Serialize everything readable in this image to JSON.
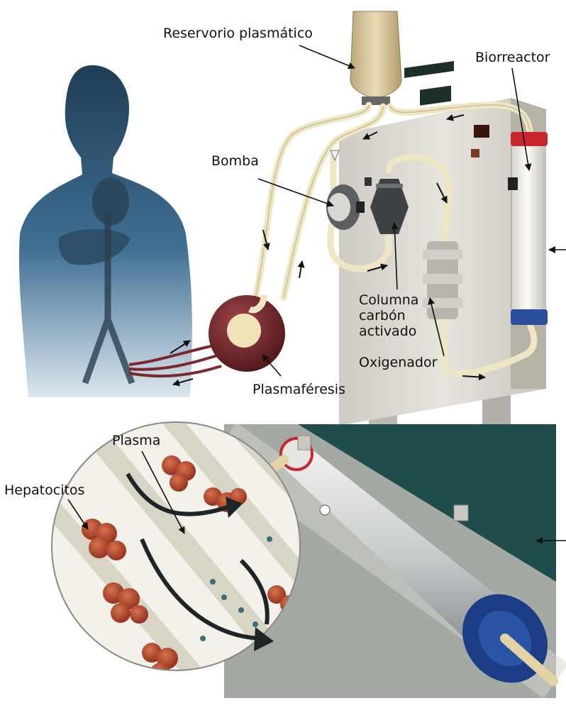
{
  "labels": {
    "reservoir": "Reservorio plasmático",
    "bioreactor": "Biorreactor",
    "pump": "Bomba",
    "column": [
      "Columna",
      "carbón",
      "activado"
    ],
    "oxygenator": "Oxigenador",
    "plasmapheresis": "Plasmaféresis",
    "plasma": "Plasma",
    "hepatocytes": "Hepatocitos"
  },
  "colors": {
    "human_silhouette": "#3f6f93",
    "device_panel": "#dedbd4",
    "tubing": "#efe6c4",
    "plasmapheresis_unit": "#7a2a2e",
    "bioreactor_cap_red": "#c8262c",
    "bioreactor_cap_blue": "#2b4f9c",
    "cartridge_blue": "#1c3d86",
    "hepatocyte": "#b4472c",
    "detail_background": "#1f4d4c"
  }
}
